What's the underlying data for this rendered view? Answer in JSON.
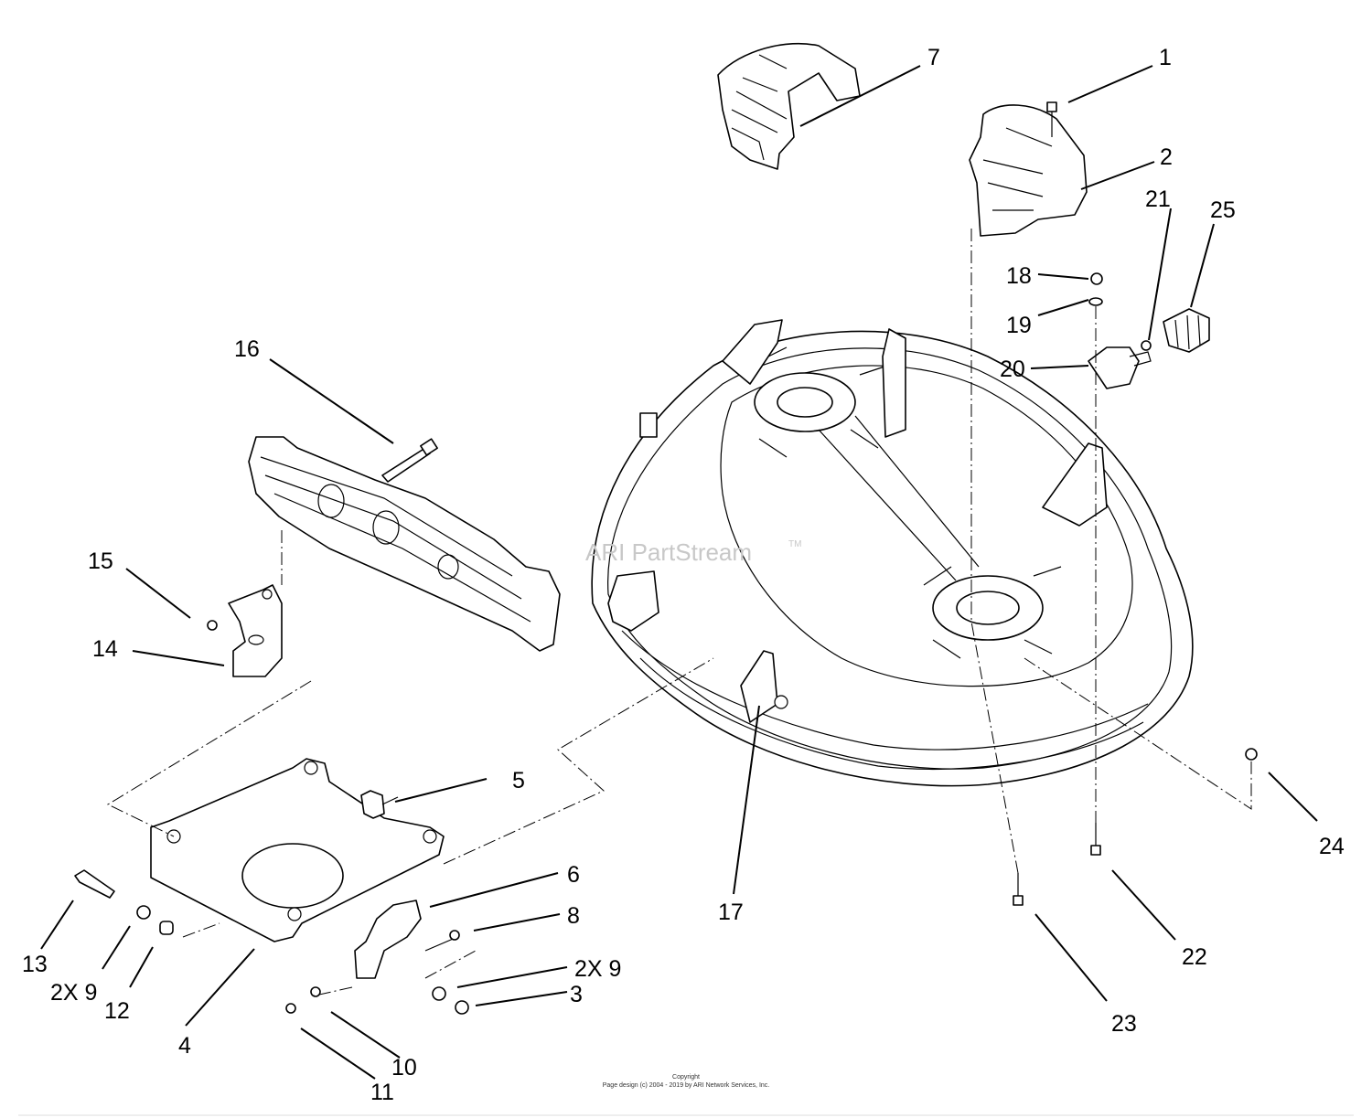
{
  "watermark": {
    "text": "ARI PartStream",
    "trademark": "TM"
  },
  "copyright": {
    "line1": "Copyright",
    "line2": "Page design (c) 2004 - 2019 by ARI Network Services, Inc."
  },
  "callouts": {
    "c1": "1",
    "c2": "2",
    "c3": "3",
    "c4": "4",
    "c5": "5",
    "c6": "6",
    "c7": "7",
    "c8": "8",
    "c9a": "2X 9",
    "c9b": "2X 9",
    "c10": "10",
    "c11": "11",
    "c12": "12",
    "c13": "13",
    "c14": "14",
    "c15": "15",
    "c16": "16",
    "c17": "17",
    "c18": "18",
    "c19": "19",
    "c20": "20",
    "c21": "21",
    "c22": "22",
    "c23": "23",
    "c24": "24",
    "c25": "25"
  }
}
